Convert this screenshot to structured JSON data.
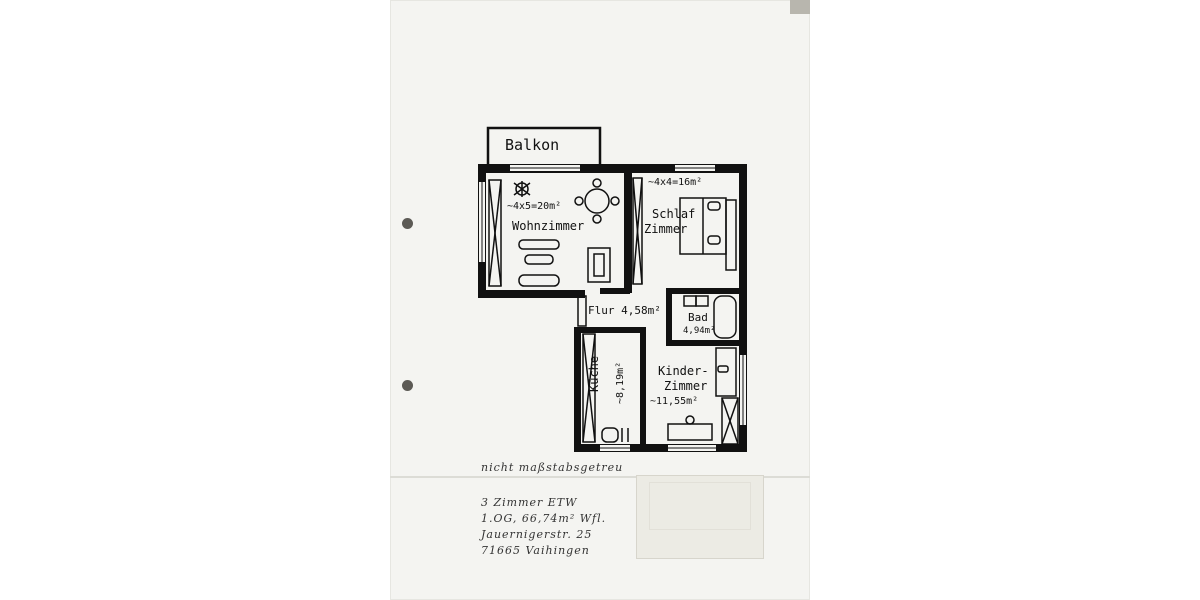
{
  "labels": {
    "balkon": "Balkon",
    "wohnzimmer_area": "~4x5=20m²",
    "wohnzimmer": "Wohnzimmer",
    "schlafzimmer_area": "~4x4=16m²",
    "schlafzimmer_1": "Schlaf",
    "schlafzimmer_2": "Zimmer",
    "flur": "Flur 4,58m²",
    "bad": "Bad",
    "bad_area": "4,94m²",
    "kinderzimmer_1": "Kinder-",
    "kinderzimmer_2": "Zimmer",
    "kinderzimmer_area": "~11,55m²",
    "kueche": "Küche",
    "kueche_area": "~8,19m²"
  },
  "notes": {
    "scale_note": "nicht maßstabsgetreu",
    "line1": "3 Zimmer ETW",
    "line2": "1.OG, 66,74m² Wfl.",
    "line3": "Jauernigerstr. 25",
    "line4": "71665 Vaihingen"
  },
  "colors": {
    "ink": "#111111",
    "paper": "#f4f4f1"
  }
}
